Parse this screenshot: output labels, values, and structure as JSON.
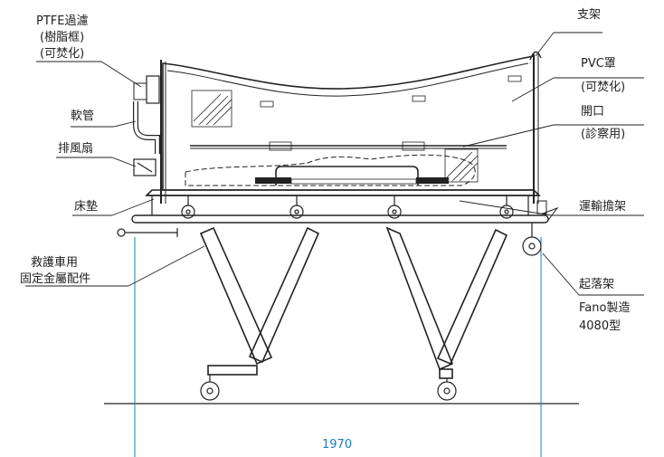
{
  "labels": {
    "frame": "支架",
    "ptfe_filter": "PTFE過濾",
    "resin_frame": "(樹脂框)",
    "incinerable_left": "(可焚化)",
    "pvc_cover": "PVC罩",
    "incinerable_right": "(可焚化)",
    "opening": "開口",
    "exam_use": "(診察用)",
    "hose": "軟管",
    "exhaust_fan": "排風扇",
    "mattress": "床墊",
    "transport_stretcher": "運輸擔架",
    "ambulance_fitting_1": "救護車用",
    "ambulance_fitting_2": "固定金屬配件",
    "lift_frame": "起落架",
    "maker": "Fano製造",
    "model": "4080型"
  },
  "dimension": {
    "length": "1970"
  },
  "colors": {
    "line": "#222222",
    "dimension": "#1b7cc2"
  }
}
